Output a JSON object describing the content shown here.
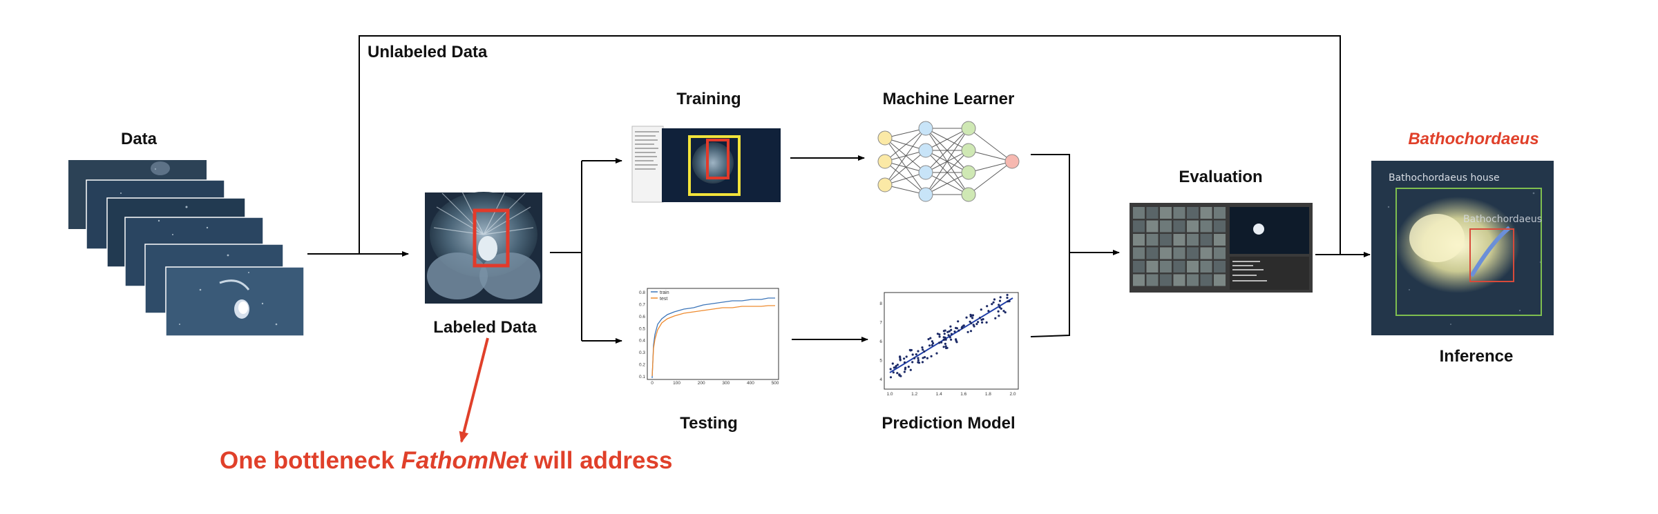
{
  "labels": {
    "unlabeled_data": "Unlabeled Data",
    "data": "Data",
    "labeled_data": "Labeled Data",
    "training": "Training",
    "testing": "Testing",
    "machine_learner": "Machine Learner",
    "prediction_model": "Prediction Model",
    "evaluation": "Evaluation",
    "inference": "Inference",
    "species": "Bathochordaeus"
  },
  "callout": {
    "prefix": "One bottleneck ",
    "emphasis": "FathomNet",
    "suffix": " will address"
  },
  "inference_image": {
    "caption": "Bathochordaeus house",
    "overlay": "Bathochordaeus"
  },
  "testing_plot": {
    "legend": [
      "train",
      "test"
    ],
    "x_ticks": [
      "0",
      "100",
      "200",
      "300",
      "400",
      "500"
    ],
    "y_ticks": [
      "0.1",
      "0.2",
      "0.3",
      "0.4",
      "0.5",
      "0.6",
      "0.7",
      "0.8"
    ]
  },
  "prediction_plot": {
    "x_ticks": [
      "1.0",
      "1.2",
      "1.4",
      "1.6",
      "1.8",
      "2.0"
    ],
    "y_ticks": [
      "4",
      "5",
      "6",
      "7",
      "8"
    ]
  },
  "colors": {
    "accent_red": "#e0402a",
    "bbox_yellow": "#f2e33a",
    "bbox_red": "#e23a2a",
    "node_yellow": "#fbe9a6",
    "node_blue": "#c8e4f8",
    "node_green": "#cfe8b4",
    "node_pink": "#f6b8b0"
  }
}
